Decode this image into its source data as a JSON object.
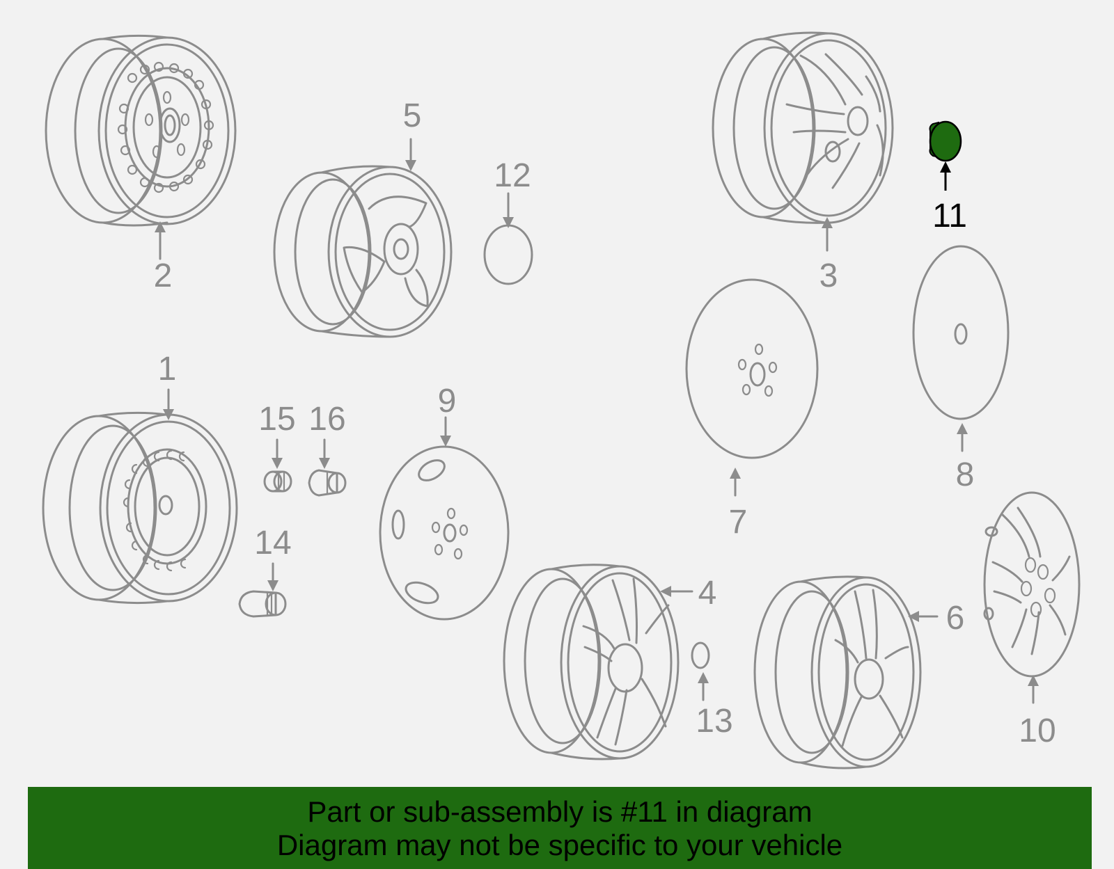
{
  "diagram": {
    "highlight_color": "#1e6b10",
    "line_color": "#8c8c8c",
    "highlighted_part": "11",
    "part_labels": {
      "p1": "1",
      "p2": "2",
      "p3": "3",
      "p4": "4",
      "p5": "5",
      "p6": "6",
      "p7": "7",
      "p8": "8",
      "p9": "9",
      "p10": "10",
      "p11": "11",
      "p12": "12",
      "p13": "13",
      "p14": "14",
      "p15": "15",
      "p16": "16"
    }
  },
  "banner": {
    "line1": "Part or sub-assembly is #11 in diagram",
    "line2": "Diagram may not be specific to your vehicle",
    "background": "#1e6b10"
  }
}
